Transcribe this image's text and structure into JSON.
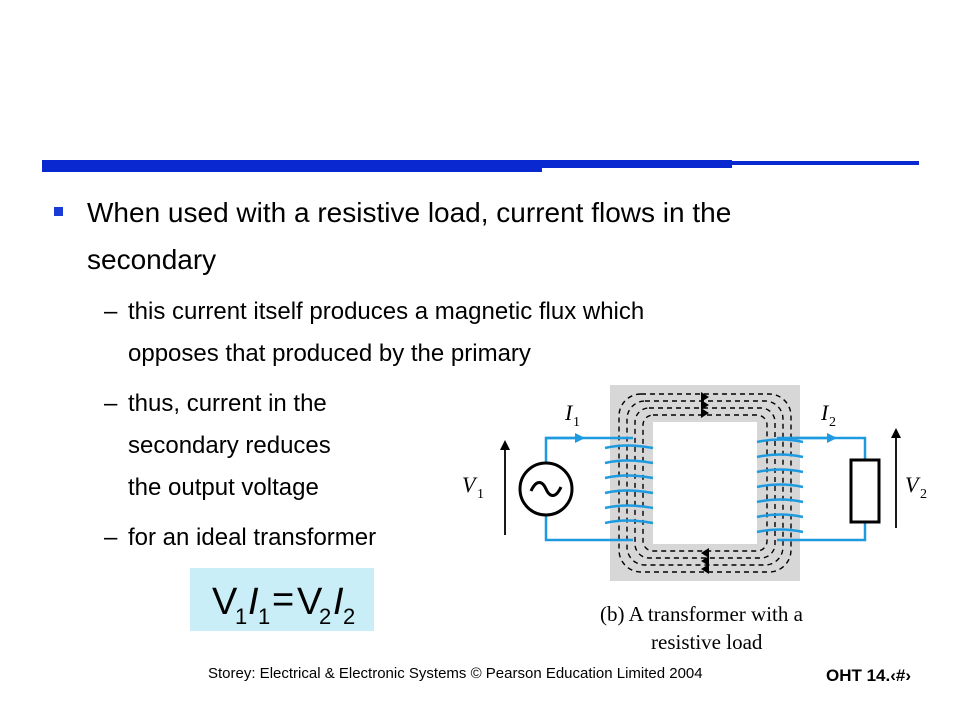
{
  "slide": {
    "bullet_main": {
      "line1": "When used with a resistive load, current flows in the",
      "line2": "secondary"
    },
    "sub_bullets": [
      {
        "dash": "–",
        "lines": [
          "this current itself produces a magnetic flux which",
          "opposes that produced by the primary"
        ]
      },
      {
        "dash": "–",
        "lines": [
          "thus, current in the",
          "secondary reduces",
          "the output voltage"
        ]
      },
      {
        "dash": "–",
        "lines": [
          "for an ideal transformer"
        ]
      }
    ],
    "formula": {
      "v1": "V",
      "v1_sub": "1",
      "i1": "I",
      "i1_sub": "1",
      "eq": "=",
      "v2": "V",
      "v2_sub": "2",
      "i2": "I",
      "i2_sub": "2"
    }
  },
  "figure": {
    "label_I1": "I",
    "label_I1_sub": "1",
    "label_I2": "I",
    "label_I2_sub": "2",
    "label_V1": "V",
    "label_V1_sub": "1",
    "label_V2": "V",
    "label_V2_sub": "2",
    "source_symbol": "~",
    "caption_line1": "(b) A transformer with a",
    "caption_line2": "resistive load"
  },
  "footer": {
    "credit": "Storey: Electrical & Electronic Systems © Pearson Education Limited 2004",
    "slide_number": "OHT 14.‹#›"
  },
  "colors": {
    "rule": "#0a28d0",
    "bullet_marker": "#1a3bd6",
    "formula_bg": "#c9eef8",
    "wire": "#1e9be0",
    "core": "#d7d7d7"
  }
}
